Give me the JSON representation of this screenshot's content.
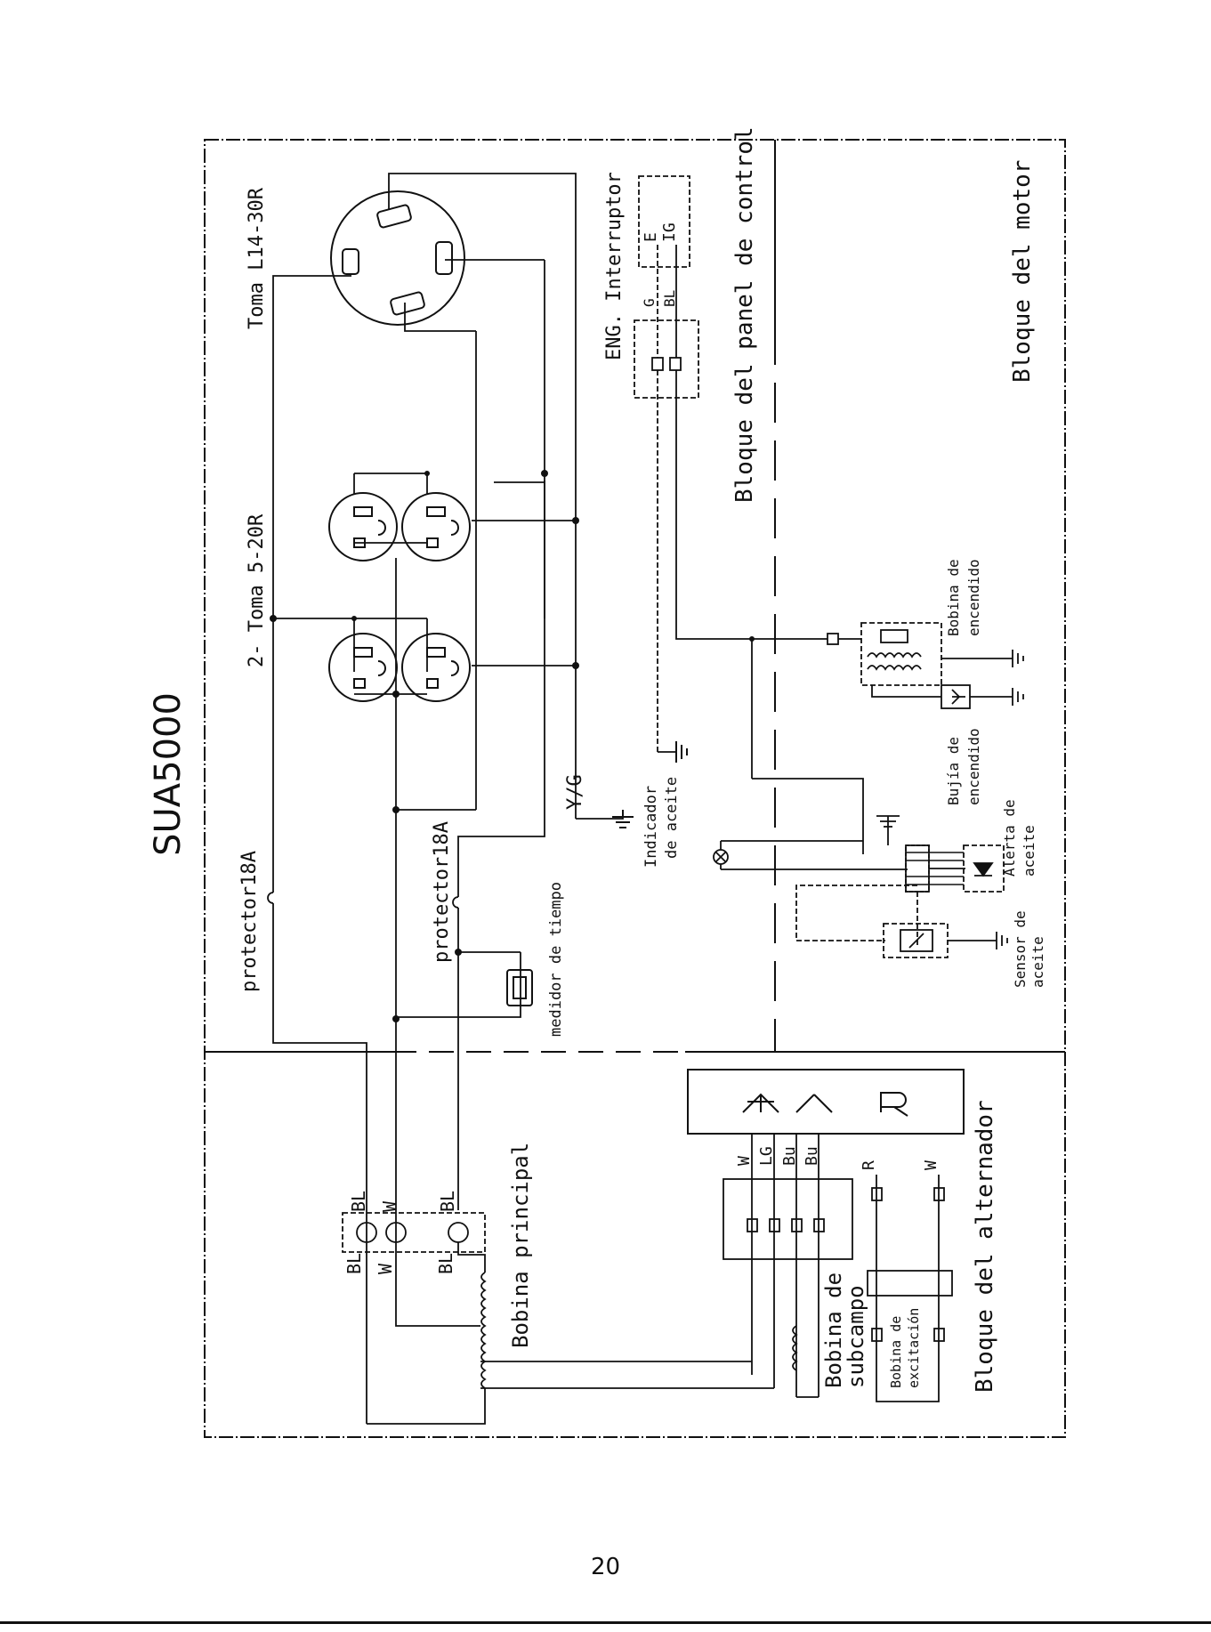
{
  "model_title": "SUA5000",
  "page_number": "20",
  "blocks": {
    "control_panel": "Bloque del panel de control",
    "engine": "Bloque del motor",
    "alternator": "Bloque del alternador"
  },
  "components": {
    "receptacle_l14": "Toma L14-30R",
    "receptacles_520": "2- Toma 5-20R",
    "eng_switch": "ENG. Interruptor",
    "protector_1": "protector18A",
    "protector_2": "protector18A",
    "hour_meter": "medidor de tiempo",
    "oil_indicator_1": "Indicador",
    "oil_indicator_2": "de aceite",
    "ignition_coil_1": "Bobina de",
    "ignition_coil_2": "encendido",
    "spark_plug_1": "Bujía de",
    "spark_plug_2": "encendido",
    "oil_alert_1": "Alerta de",
    "oil_alert_2": "aceite",
    "oil_sensor_1": "Sensor de",
    "oil_sensor_2": "aceite",
    "main_coil": "Bobina principal",
    "subfield_coil_1": "Bobina de",
    "subfield_coil_2": "subcampo",
    "excitation_coil_1": "Bobina de",
    "excitation_coil_2": "excitación"
  },
  "wire_labels": {
    "yg": "Y/G",
    "g": "G",
    "bl": "BL",
    "e": "E",
    "ig": "IG",
    "w": "W",
    "lg": "LG",
    "bu": "Bu",
    "r": "R"
  }
}
